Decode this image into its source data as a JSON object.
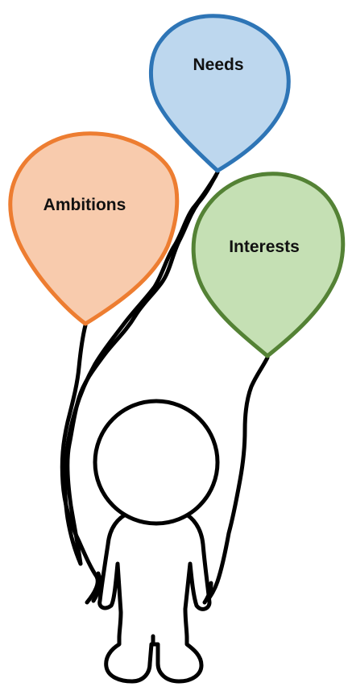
{
  "balloons": [
    {
      "id": "needs",
      "label": "Needs",
      "fill": "#bdd7ee",
      "stroke": "#2e75b6"
    },
    {
      "id": "ambitions",
      "label": "Ambitions",
      "fill": "#f8cbad",
      "stroke": "#ed7d31"
    },
    {
      "id": "interests",
      "label": "Interests",
      "fill": "#c5e0b4",
      "stroke": "#548235"
    }
  ],
  "figure": {
    "line_color": "#000000",
    "fill": "#ffffff"
  }
}
